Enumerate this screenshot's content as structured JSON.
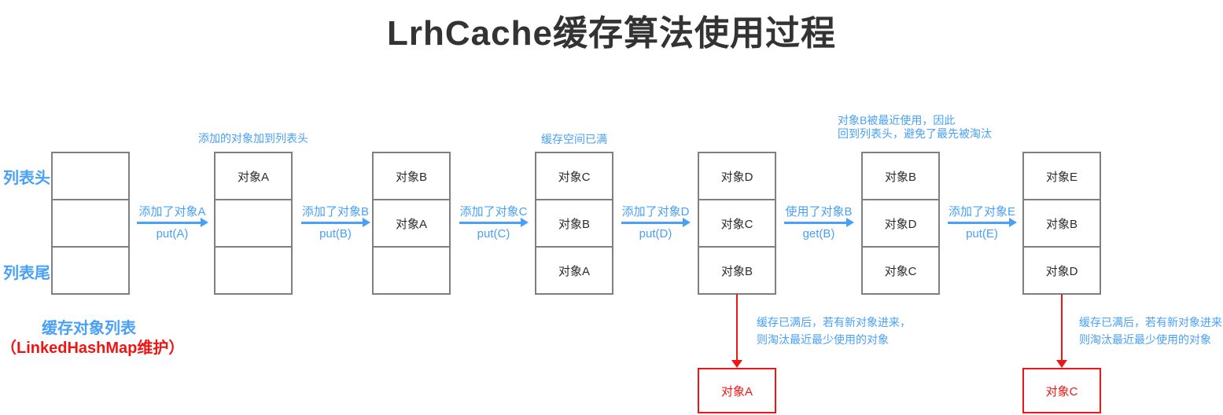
{
  "title": "LrhCache缓存算法使用过程",
  "colors": {
    "accent_blue": "#49a0f8",
    "accent_red": "#f01515",
    "box_border_gray": "#7f7f7f",
    "title_color": "#333333"
  },
  "labels": {
    "list_head": "列表头",
    "list_tail": "列表尾",
    "cache_list_caption": "缓存对象列表",
    "cache_list_subcaption": "（LinkedHashMap维护）",
    "note_add_to_head": "添加的对象加到列表头",
    "note_cache_full": "缓存空间已满",
    "note_recent_use_line1": "对象B被最近使用，因此",
    "note_recent_use_line2": "回到列表头，避免了最先被淘汰",
    "note_evict_line1": "缓存已满后，若有新对象进来，",
    "note_evict_line2": "则淘汰最近最少使用的对象"
  },
  "columns": [
    {
      "cells": [
        "",
        "",
        ""
      ]
    },
    {
      "cells": [
        "对象A",
        "",
        ""
      ]
    },
    {
      "cells": [
        "对象B",
        "对象A",
        ""
      ]
    },
    {
      "cells": [
        "对象C",
        "对象B",
        "对象A"
      ]
    },
    {
      "cells": [
        "对象D",
        "对象C",
        "对象B"
      ]
    },
    {
      "cells": [
        "对象B",
        "对象D",
        "对象C"
      ]
    },
    {
      "cells": [
        "对象E",
        "对象B",
        "对象D"
      ]
    }
  ],
  "arrows": [
    {
      "top": "添加了对象A",
      "bottom": "put(A)"
    },
    {
      "top": "添加了对象B",
      "bottom": "put(B)"
    },
    {
      "top": "添加了对象C",
      "bottom": "put(C)"
    },
    {
      "top": "添加了对象D",
      "bottom": "put(D)"
    },
    {
      "top": "使用了对象B",
      "bottom": "get(B)"
    },
    {
      "top": "添加了对象E",
      "bottom": "put(E)"
    }
  ],
  "evicted": [
    {
      "label": "对象A"
    },
    {
      "label": "对象C"
    }
  ]
}
